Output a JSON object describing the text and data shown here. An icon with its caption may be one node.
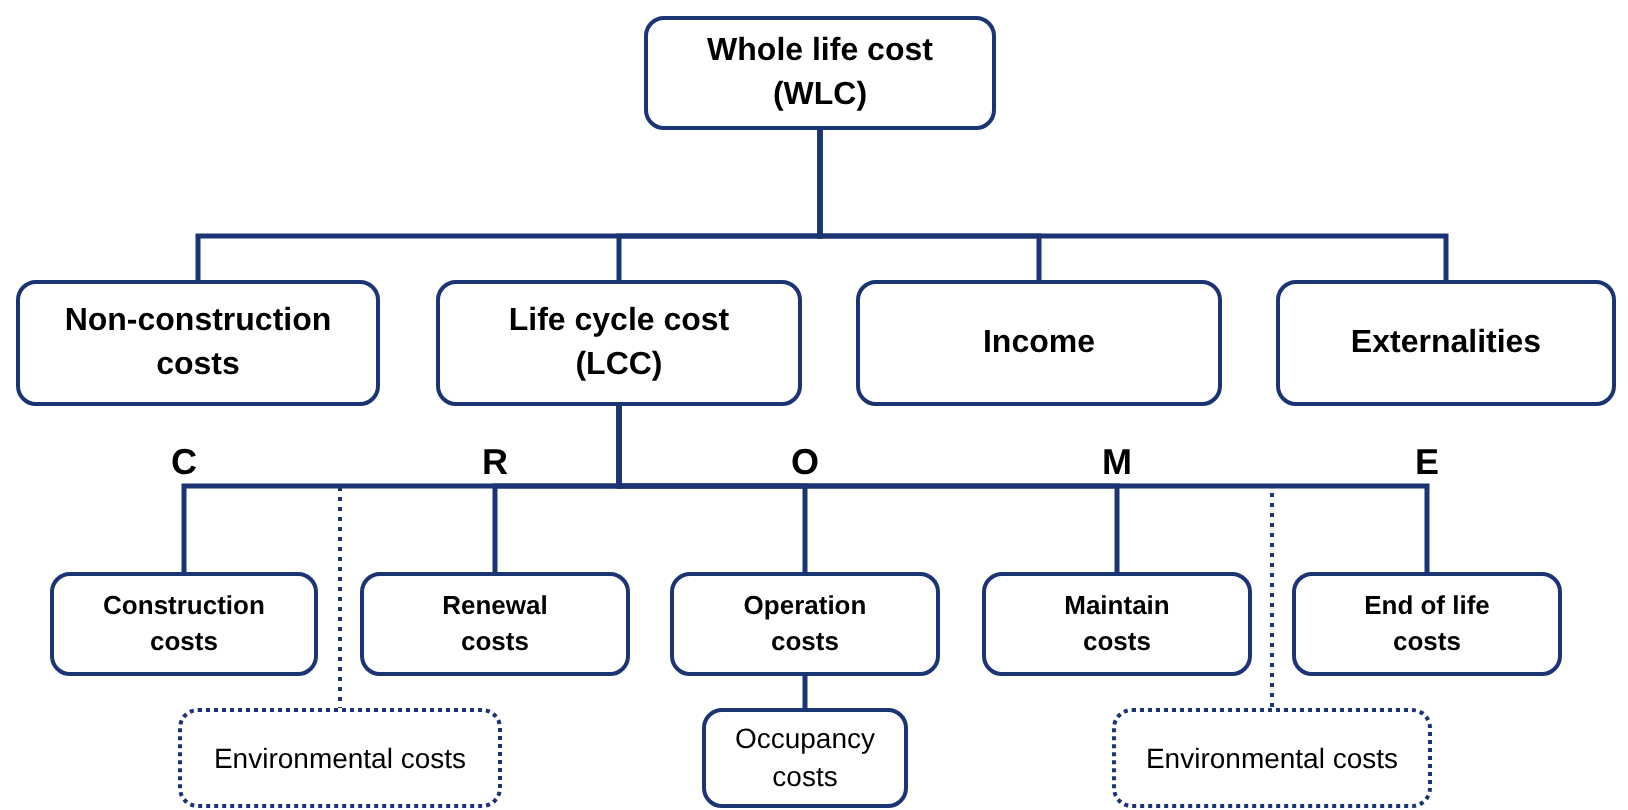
{
  "diagram": {
    "nodes": [
      {
        "text": [
          "Whole life cost (WLC)"
        ]
      },
      {
        "text": [
          "Non-construction costs"
        ]
      },
      {
        "text": [
          "Life cycle cost (LCC)"
        ]
      },
      {
        "text": [
          "Income"
        ]
      },
      {
        "text": [
          "Externalities"
        ]
      },
      {
        "text": [
          "Construction costs"
        ]
      },
      {
        "text": [
          "Renewal costs"
        ]
      },
      {
        "text": [
          "Operation costs"
        ]
      },
      {
        "text": [
          "Maintain costs"
        ]
      },
      {
        "text": [
          "End of life costs"
        ]
      },
      {
        "text": [
          "Environmental costs"
        ]
      },
      {
        "text": [
          "Occupancy costs"
        ]
      },
      {
        "text": [
          "Environmental costs"
        ]
      }
    ],
    "edges": [
      {
        "from": 0,
        "to": 1,
        "arrow": "none"
      },
      {
        "from": 0,
        "to": 2,
        "arrow": "none"
      },
      {
        "from": 0,
        "to": 3,
        "arrow": "none"
      },
      {
        "from": 0,
        "to": 4,
        "arrow": "none"
      },
      {
        "from": 2,
        "to": 5,
        "arrow": "none",
        "label": "C"
      },
      {
        "from": 2,
        "to": 6,
        "arrow": "none",
        "label": "R"
      },
      {
        "from": 2,
        "to": 7,
        "arrow": "none",
        "label": "O"
      },
      {
        "from": 2,
        "to": 8,
        "arrow": "none",
        "label": "M"
      },
      {
        "from": 2,
        "to": 9,
        "arrow": "none",
        "label": "E"
      },
      {
        "from": 7,
        "to": 11,
        "arrow": "none"
      },
      {
        "from": 2,
        "to": 10,
        "arrow": "none",
        "style": "dashed"
      },
      {
        "from": 2,
        "to": 12,
        "arrow": "none",
        "style": "dashed"
      }
    ]
  }
}
